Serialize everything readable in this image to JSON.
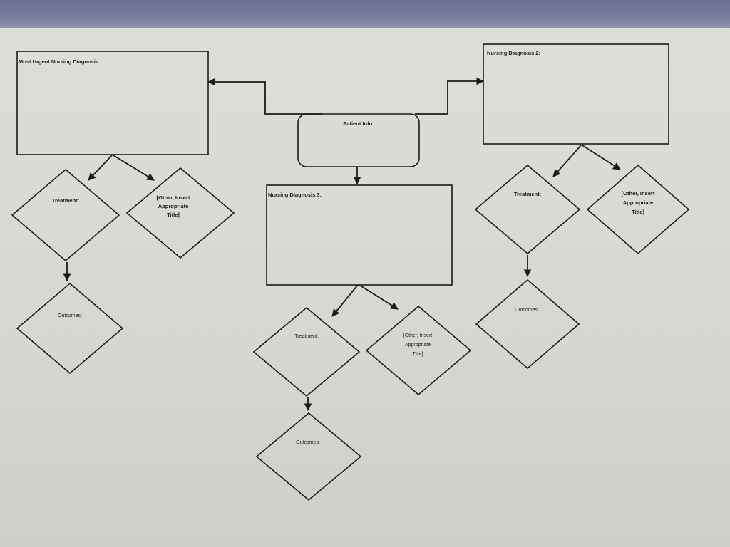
{
  "diagram": {
    "most_urgent_title": "Most Urgent Nursing Diagnosis:",
    "diagnosis2_title": "Nursing Diagnosis 2:",
    "diagnosis3_title": "Nursing Diagnosis 3:",
    "patient_info_title": "Patient Info:",
    "left": {
      "treatment": "Treatment:",
      "other_line1": "[Other, Insert",
      "other_line2": "Appropriate",
      "other_line3": "Title]",
      "outcomes": "Outcomes:"
    },
    "middle": {
      "treatment": "Treatment:",
      "other_line1": "[Other, Insert",
      "other_line2": "Appropriate",
      "other_line3": "Title]",
      "outcomes": "Outcomes:"
    },
    "right": {
      "treatment": "Treatment:",
      "other_line1": "[Other, Insert",
      "other_line2": "Appropriate",
      "other_line3": "Title]",
      "outcomes": "Outcomes:"
    }
  },
  "colors": {
    "line": "#1c1c1c",
    "paper": "#dcdfd8",
    "bezel": "#6d6f92"
  }
}
